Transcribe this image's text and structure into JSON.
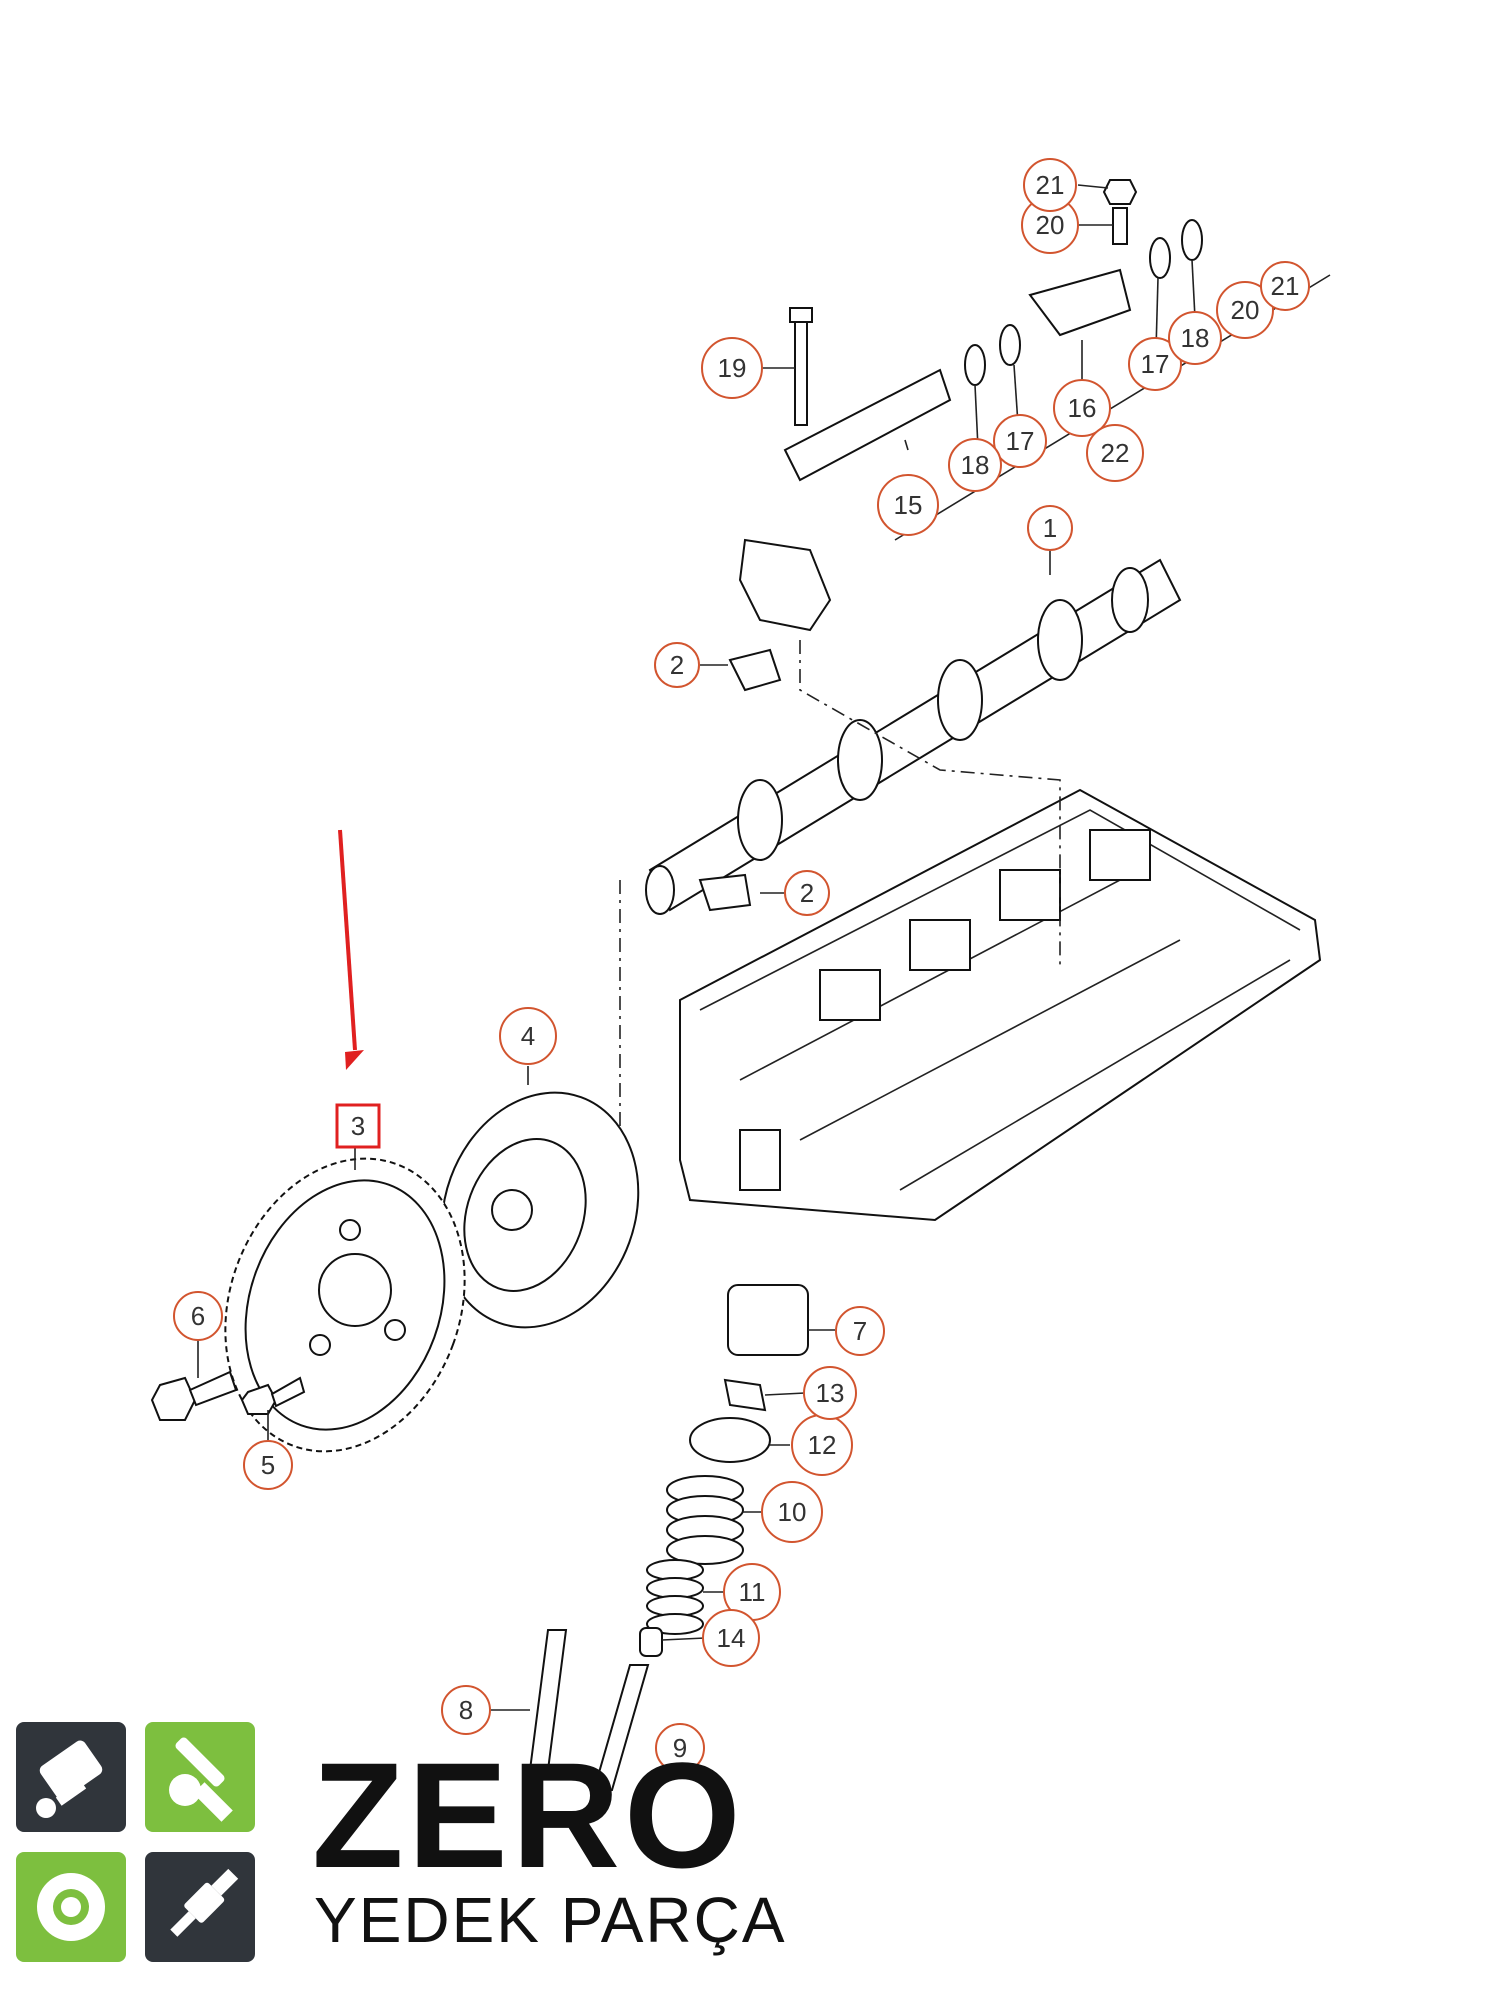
{
  "callouts": [
    "1",
    "2",
    "2",
    "3",
    "4",
    "5",
    "6",
    "7",
    "8",
    "9",
    "10",
    "11",
    "12",
    "13",
    "14",
    "15",
    "16",
    "17",
    "17",
    "18",
    "18",
    "19",
    "20",
    "20",
    "21",
    "21",
    "22"
  ],
  "highlight": {
    "label": "3",
    "color": "#e02020"
  },
  "brand": {
    "name": "ZERO",
    "subtitle": "YEDEK PARÇA",
    "colors": {
      "dark": "#30353b",
      "green": "#7dbf3f",
      "callout": "#d2552f"
    },
    "icons": [
      "piston-icon",
      "wrench-icon",
      "gear-icon",
      "spark-plug-icon"
    ]
  }
}
